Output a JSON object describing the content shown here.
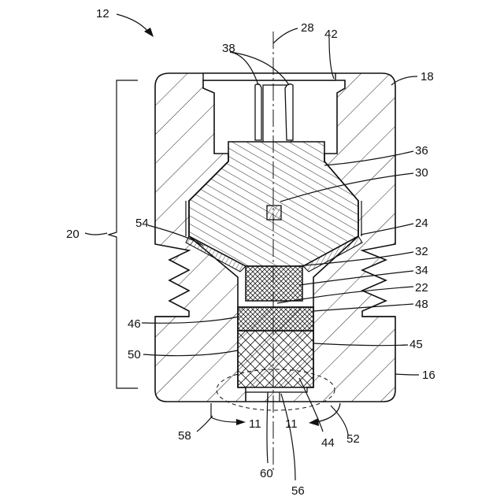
{
  "labels": {
    "n12": "12",
    "n28": "28",
    "n42": "42",
    "n38": "38",
    "n18": "18",
    "n36": "36",
    "n30": "30",
    "n20": "20",
    "n54": "54",
    "n24": "24",
    "n32": "32",
    "n34": "34",
    "n22": "22",
    "n48": "48",
    "n46": "46",
    "n45": "45",
    "n50": "50",
    "n16": "16",
    "n58": "58",
    "n11a": "11",
    "n11b": "11",
    "n44": "44",
    "n52": "52",
    "n60": "60",
    "n56": "56"
  }
}
